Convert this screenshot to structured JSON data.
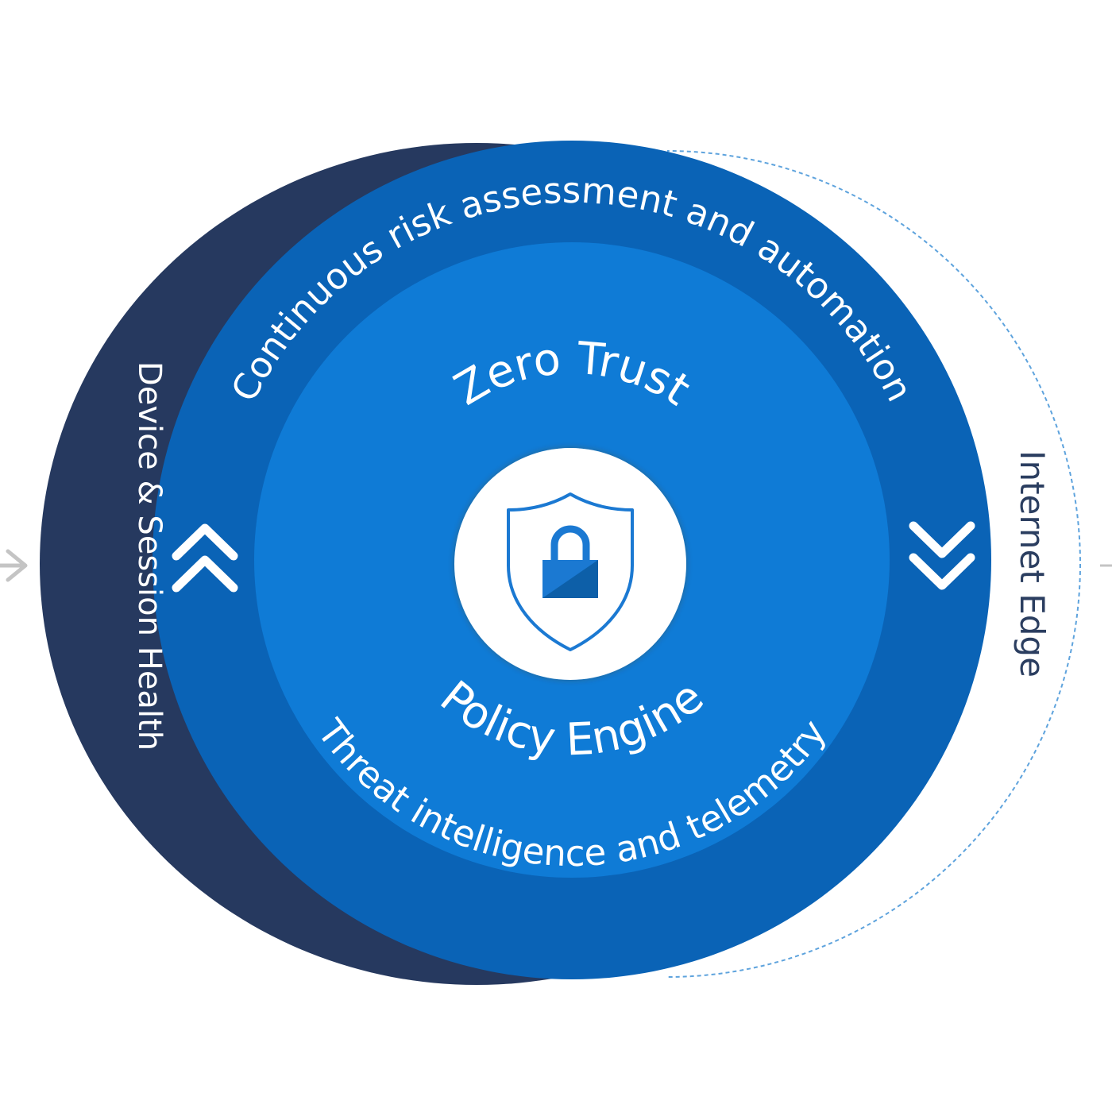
{
  "diagram": {
    "outer_left_label": "Device & Session Health",
    "outer_right_label": "Internet Edge",
    "ring_top_label": "Continuous risk assessment and automation",
    "ring_bottom_label": "Threat intelligence and telemetry",
    "center_top_label": "Zero Trust",
    "center_bottom_label": "Policy Engine",
    "center_icon": "shield-lock-icon",
    "left_chevron_icon": "double-chevron-up-icon",
    "right_chevron_icon": "double-chevron-down-icon",
    "left_arrow_icon": "arrow-right-icon",
    "colors": {
      "navy": "#26395f",
      "ring_blue": "#0a63b6",
      "center_blue": "#0f7bd6",
      "icon_blue": "#1b79d2",
      "dashed_border": "#5ea3dd",
      "arrow_gray": "#c4c4c4"
    }
  }
}
